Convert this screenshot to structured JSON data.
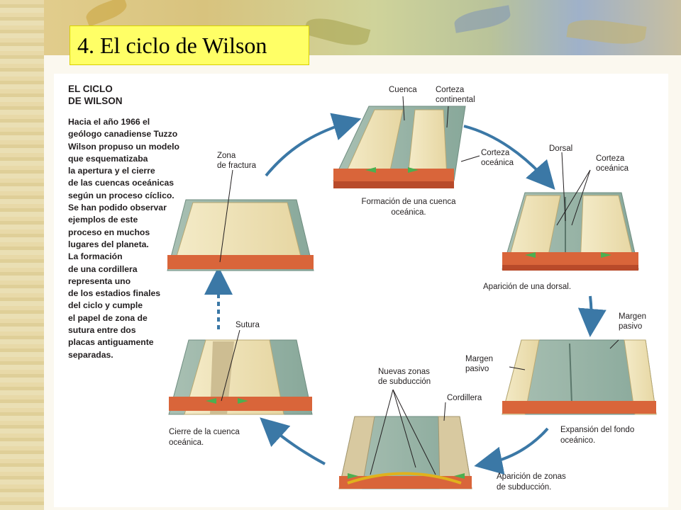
{
  "title": "4. El ciclo de Wilson",
  "sidebar": {
    "heading": [
      "EL CICLO",
      "DE WILSON"
    ],
    "paragraph": [
      "Hacia el año 1966 el",
      "geólogo canadiense Tuzzo",
      "Wilson propuso un modelo",
      "que esquematizaba",
      "la apertura y el cierre",
      "de las cuencas oceánicas",
      "según un proceso cíclico.",
      "Se han podido observar",
      "ejemplos de este",
      "proceso en muchos",
      "lugares del planeta.",
      "La formación",
      "de una cordillera",
      "representa uno",
      "de los estadios finales",
      "del ciclo y cumple",
      "el papel de zona de",
      "sutura entre dos",
      "placas antiguamente",
      "separadas."
    ]
  },
  "stages": {
    "formation": {
      "label_cuenca": "Cuenca",
      "label_corteza_continental": [
        "Corteza",
        "continental"
      ],
      "label_corteza_oceanica": [
        "Corteza",
        "oceánica"
      ],
      "caption": [
        "Formación de una cuenca",
        "oceánica."
      ]
    },
    "dorsal": {
      "label_dorsal": "Dorsal",
      "label_corteza_oceanica": [
        "Corteza",
        "oceánica"
      ],
      "caption": "Aparición de una dorsal."
    },
    "expansion": {
      "label_margen_pasivo_right": [
        "Margen",
        "pasivo"
      ],
      "label_margen_pasivo_left": [
        "Margen",
        "pasivo"
      ],
      "caption": [
        "Expansión del fondo",
        "oceánico."
      ]
    },
    "subduction": {
      "label_nuevas_zonas": [
        "Nuevas zonas",
        "de subducción"
      ],
      "label_cordillera": "Cordillera",
      "caption": [
        "Aparición de zonas",
        "de subducción."
      ]
    },
    "closure": {
      "label_sutura": "Sutura",
      "caption": [
        "Cierre de la cuenca",
        "oceánica."
      ]
    },
    "fracture": {
      "label_zona_fractura": [
        "Zona",
        "de fractura"
      ]
    }
  },
  "colors": {
    "title_bg": "#ffff66",
    "arrow": "#3b78a6",
    "continental_crust": "#f1e6bf",
    "oceanic_crust": "#9fb7ac",
    "mantle": "#d9653a",
    "plate_arrow": "#4caf50"
  }
}
